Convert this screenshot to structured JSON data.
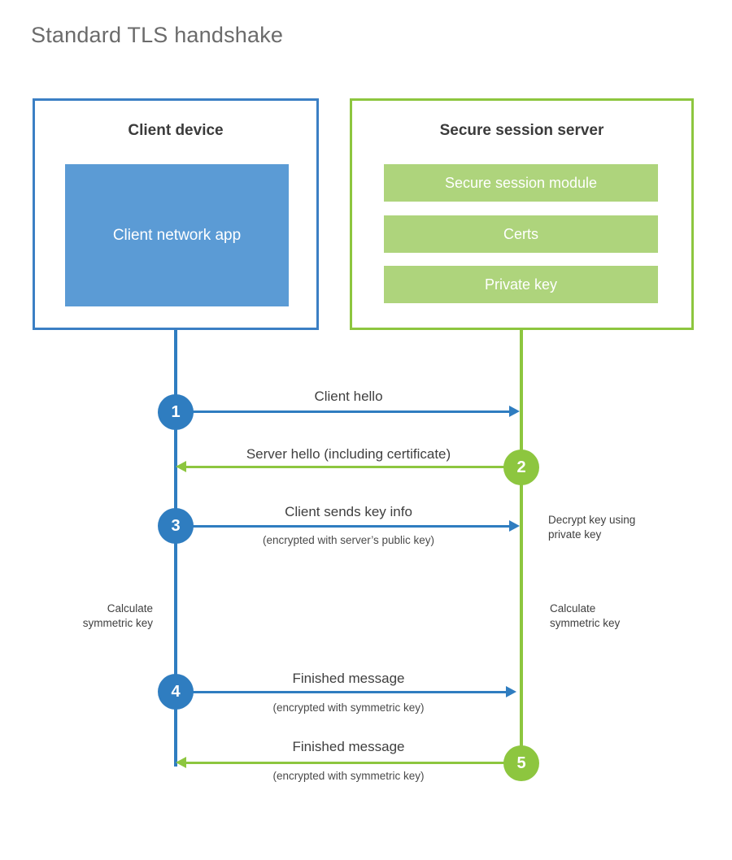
{
  "title": "Standard TLS handshake",
  "colors": {
    "client_border": "#3b7fc4",
    "client_fill": "#5b9bd5",
    "client_accent": "#2f7dc0",
    "server_border": "#8dc63f",
    "server_fill": "#aed47c",
    "server_accent": "#8dc63f",
    "title_text": "#6b6b6b",
    "body_text": "#3f3f3f",
    "background": "#ffffff"
  },
  "client": {
    "box_title": "Client device",
    "app_label": "Client network app"
  },
  "server": {
    "box_title": "Secure session server",
    "components": [
      {
        "label": "Secure session module"
      },
      {
        "label": "Certs"
      },
      {
        "label": "Private key"
      }
    ]
  },
  "steps": [
    {
      "number": "1",
      "direction": "client-to-server",
      "color": "blue",
      "label": "Client hello",
      "sublabel": ""
    },
    {
      "number": "2",
      "direction": "server-to-client",
      "color": "green",
      "label": "Server hello (including certificate)",
      "sublabel": ""
    },
    {
      "number": "3",
      "direction": "client-to-server",
      "color": "blue",
      "label": "Client sends key info",
      "sublabel": "(encrypted with server’s public key)"
    },
    {
      "number": "4",
      "direction": "client-to-server",
      "color": "blue",
      "label": "Finished message",
      "sublabel": "(encrypted with symmetric key)"
    },
    {
      "number": "5",
      "direction": "server-to-client",
      "color": "green",
      "label": "Finished message",
      "sublabel": "(encrypted with symmetric key)"
    }
  ],
  "annotations": {
    "server_decrypt": "Decrypt key using\nprivate key",
    "client_calculate": "Calculate\nsymmetric key",
    "server_calculate": "Calculate\nsymmetric key"
  }
}
